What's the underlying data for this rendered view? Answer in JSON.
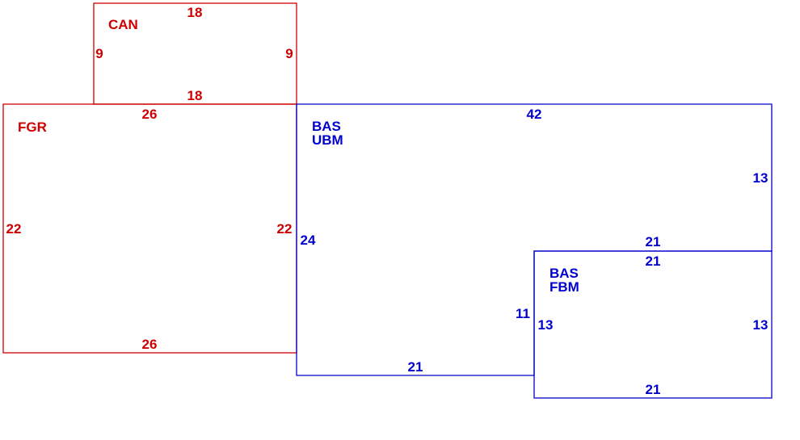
{
  "colors": {
    "garage": "#cc0000",
    "living": "#0000cc",
    "background": "#ffffff"
  },
  "areas": {
    "can": {
      "name": "CAN",
      "top": "18",
      "bottom": "18",
      "left": "9",
      "right": "9"
    },
    "fgr": {
      "name": "FGR",
      "top": "26",
      "bottom": "26",
      "left": "22",
      "right": "22"
    },
    "bas_ubm": {
      "name1": "BAS",
      "name2": "UBM",
      "top": "42",
      "right": "13",
      "left": "24",
      "bottom": "21",
      "step_bottom": "21",
      "step_left": "11"
    },
    "bas_fbm": {
      "name1": "BAS",
      "name2": "FBM",
      "top": "21",
      "bottom": "21",
      "left": "13",
      "right": "13"
    }
  }
}
